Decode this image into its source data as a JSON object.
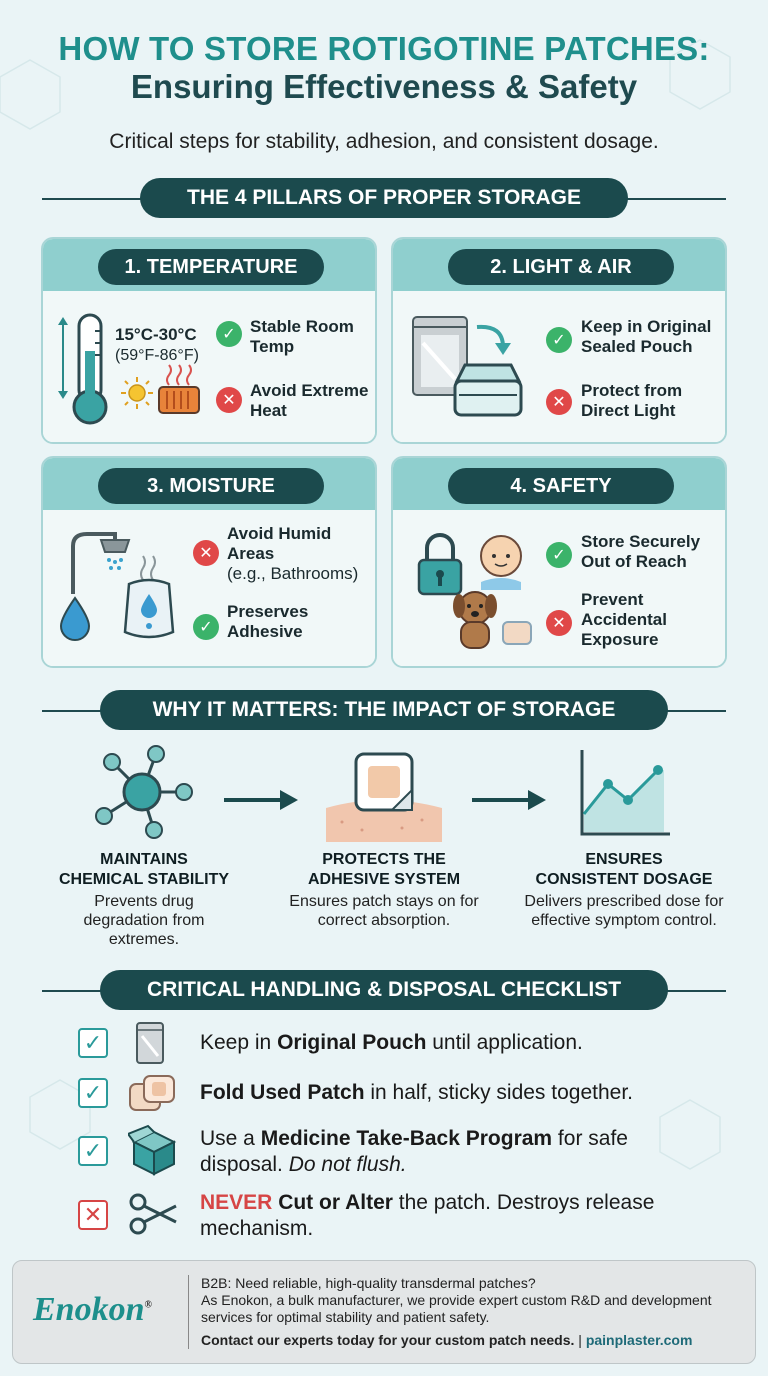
{
  "header": {
    "title_line1": "HOW TO STORE ROTIGOTINE PATCHES:",
    "title_line2": "Ensuring Effectiveness & Safety",
    "subtitle": "Critical steps for stability, adhesion, and consistent dosage."
  },
  "pillars_banner": "THE 4 PILLARS OF PROPER STORAGE",
  "pillars": [
    {
      "title": "1. TEMPERATURE",
      "temp_c": "15°C-30°C",
      "temp_f": "(59°F-86°F)",
      "items": [
        {
          "status": "ok",
          "text": "Stable Room Temp"
        },
        {
          "status": "no",
          "text": "Avoid Extreme Heat"
        }
      ]
    },
    {
      "title": "2. LIGHT & AIR",
      "items": [
        {
          "status": "ok",
          "text": "Keep in Original Sealed Pouch"
        },
        {
          "status": "no",
          "text": "Protect from Direct Light"
        }
      ]
    },
    {
      "title": "3. MOISTURE",
      "items": [
        {
          "status": "no",
          "text": "Avoid Humid Areas",
          "sub": "(e.g., Bathrooms)"
        },
        {
          "status": "ok",
          "text": "Preserves Adhesive"
        }
      ]
    },
    {
      "title": "4. SAFETY",
      "items": [
        {
          "status": "ok",
          "text": "Store Securely Out of Reach"
        },
        {
          "status": "no",
          "text": "Prevent Accidental Exposure"
        }
      ]
    }
  ],
  "why_banner": "WHY IT MATTERS: THE IMPACT OF STORAGE",
  "why": [
    {
      "title_l1": "MAINTAINS",
      "title_l2": "CHEMICAL STABILITY",
      "desc": "Prevents drug degradation from extremes."
    },
    {
      "title_l1": "PROTECTS THE",
      "title_l2": "ADHESIVE SYSTEM",
      "desc": "Ensures patch stays on for correct absorption."
    },
    {
      "title_l1": "ENSURES",
      "title_l2": "CONSISTENT DOSAGE",
      "desc": "Delivers prescribed dose for effective symptom control."
    }
  ],
  "checklist_banner": "CRITICAL HANDLING & DISPOSAL CHECKLIST",
  "checklist": [
    {
      "status": "ok",
      "pre": "Keep in ",
      "bold": "Original Pouch",
      "post": " until application.",
      "italic": ""
    },
    {
      "status": "ok",
      "pre": "",
      "bold": "Fold Used Patch",
      "post": " in half, sticky sides together.",
      "italic": ""
    },
    {
      "status": "ok",
      "pre": "Use a ",
      "bold": "Medicine Take-Back Program",
      "post": " for safe disposal. ",
      "italic": "Do not flush."
    },
    {
      "status": "no",
      "never": "NEVER",
      "bold": " Cut or Alter",
      "post": " the patch. Destroys release mechanism."
    }
  ],
  "footer": {
    "brand": "Enokon",
    "reg": "®",
    "line1": "B2B: Need reliable, high-quality transdermal patches?",
    "line2": "As Enokon, a bulk manufacturer, we provide expert custom R&D and development services for optimal stability and patient safety.",
    "cta": "Contact our experts today for your custom patch needs.",
    "link": "painplaster.com"
  },
  "colors": {
    "teal": "#1f8f8c",
    "dark_teal": "#1b4a4d",
    "ok_green": "#3bb36a",
    "no_red": "#e04848",
    "background": "#eaf4f6"
  }
}
